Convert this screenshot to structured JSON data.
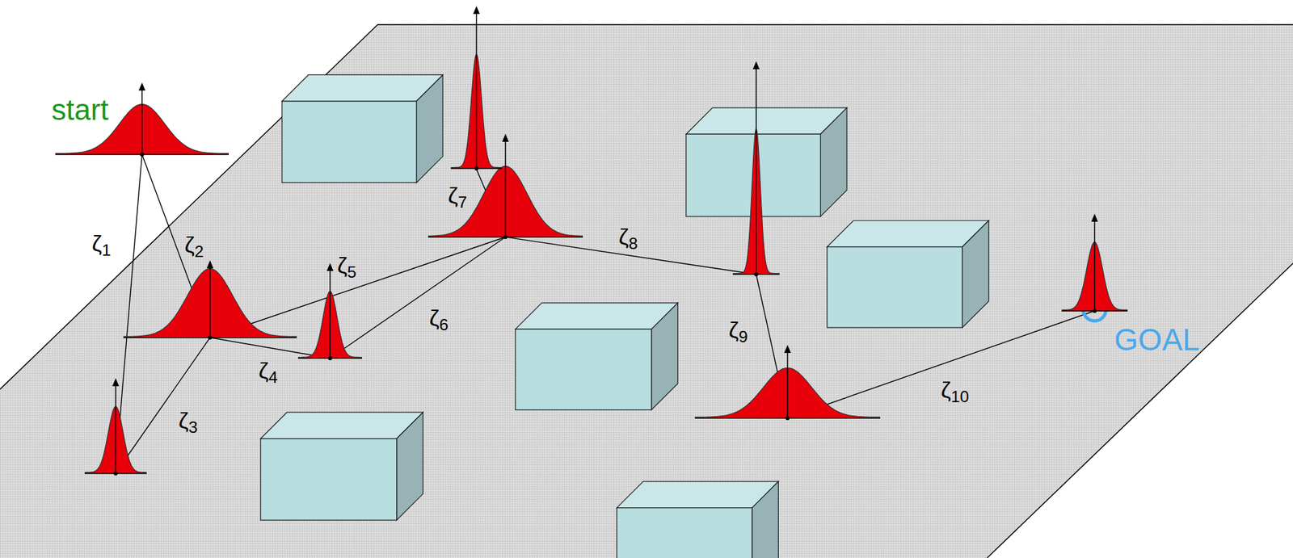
{
  "diagram": {
    "nodes": [
      {
        "text": [
          "start"
        ]
      },
      {
        "text": []
      },
      {
        "text": []
      },
      {
        "text": []
      },
      {
        "text": []
      },
      {
        "text": []
      },
      {
        "text": []
      },
      {
        "text": []
      },
      {
        "text": [
          "GOAL"
        ]
      }
    ],
    "edges": [
      {
        "from": 0,
        "to": 2,
        "arrow": "none",
        "label": "ζ1"
      },
      {
        "from": 0,
        "to": 1,
        "arrow": "none",
        "label": "ζ2"
      },
      {
        "from": 2,
        "to": 1,
        "arrow": "none",
        "label": "ζ3"
      },
      {
        "from": 1,
        "to": 3,
        "arrow": "none",
        "label": "ζ4"
      },
      {
        "from": 1,
        "to": 4,
        "arrow": "none",
        "label": "ζ5"
      },
      {
        "from": 3,
        "to": 4,
        "arrow": "none",
        "label": "ζ6"
      },
      {
        "from": 5,
        "to": 4,
        "arrow": "none",
        "label": "ζ7"
      },
      {
        "from": 4,
        "to": 6,
        "arrow": "none",
        "label": "ζ8"
      },
      {
        "from": 6,
        "to": 7,
        "arrow": "none",
        "label": "ζ9"
      },
      {
        "from": 7,
        "to": 8,
        "arrow": "none",
        "label": "ζ10"
      }
    ]
  }
}
